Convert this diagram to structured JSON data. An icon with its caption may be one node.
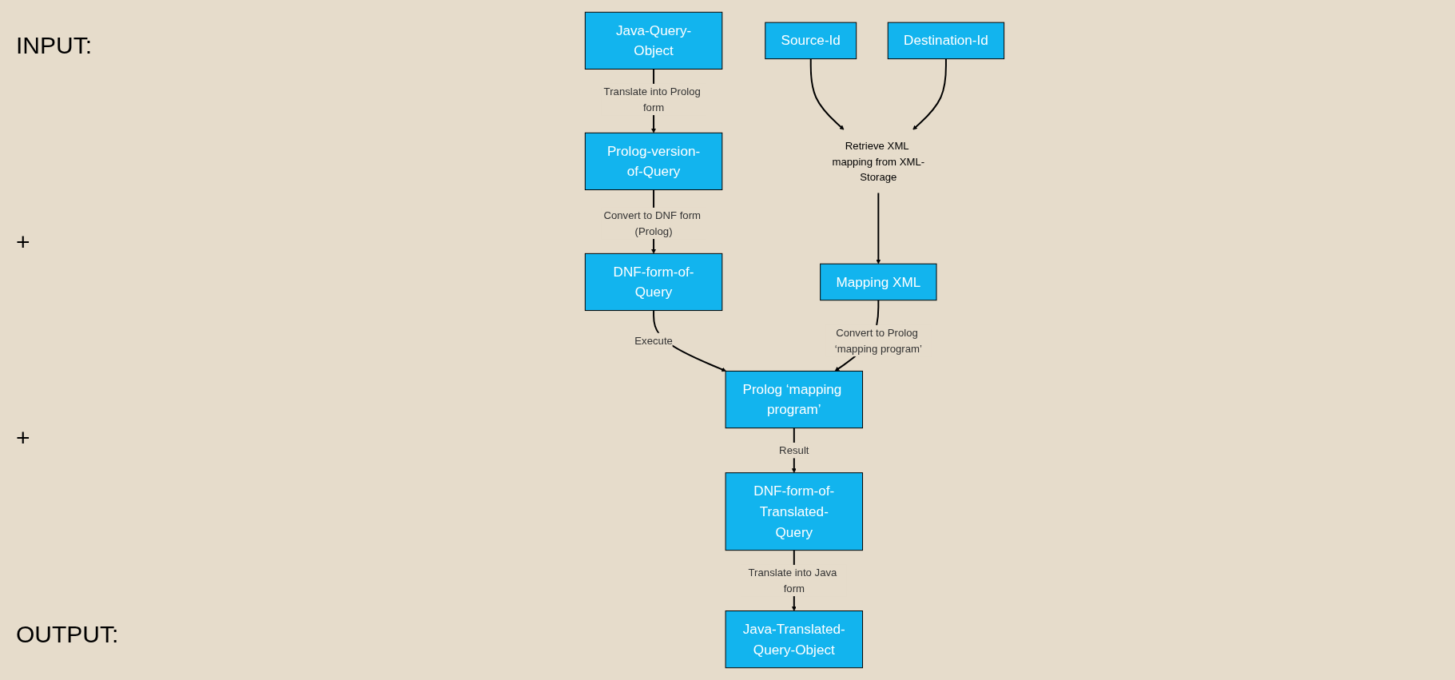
{
  "diagram": {
    "nodes": [
      {
        "text": [
          "Java-Query-Object"
        ]
      },
      {
        "text": [
          "Source-Id"
        ]
      },
      {
        "text": [
          "Destination-Id"
        ]
      },
      {
        "text": [
          "Prolog-version-of-Query"
        ]
      },
      {
        "text": [
          "Retrieve XML mapping from XML-Storage"
        ]
      },
      {
        "text": [
          "DNF-form-of-Query"
        ]
      },
      {
        "text": [
          "Mapping XML"
        ]
      },
      {
        "text": [
          "Prolog ‘mapping program’"
        ]
      },
      {
        "text": [
          "DNF-form-of-Translated-Query"
        ]
      },
      {
        "text": [
          "Java-Translated-Query-Object"
        ]
      }
    ],
    "edges": [
      {
        "from": 0,
        "to": 3,
        "arrow": "to",
        "label": "Translate into Prolog form"
      },
      {
        "from": 1,
        "to": 4,
        "arrow": "to"
      },
      {
        "from": 2,
        "to": 4,
        "arrow": "to"
      },
      {
        "from": 4,
        "to": 6,
        "arrow": "to"
      },
      {
        "from": 3,
        "to": 5,
        "arrow": "to",
        "label": "Convert to DNF form (Prolog)"
      },
      {
        "from": 5,
        "to": 7,
        "arrow": "to",
        "label": "Execute"
      },
      {
        "from": 6,
        "to": 7,
        "arrow": "to",
        "label": "Convert to Prolog ‘mapping program’"
      },
      {
        "from": 7,
        "to": 8,
        "arrow": "to",
        "label": "Result"
      },
      {
        "from": 8,
        "to": 9,
        "arrow": "to",
        "label": "Translate into Java form"
      }
    ],
    "labels": [
      "INPUT:",
      "+",
      "+",
      "OUTPUT:"
    ]
  }
}
